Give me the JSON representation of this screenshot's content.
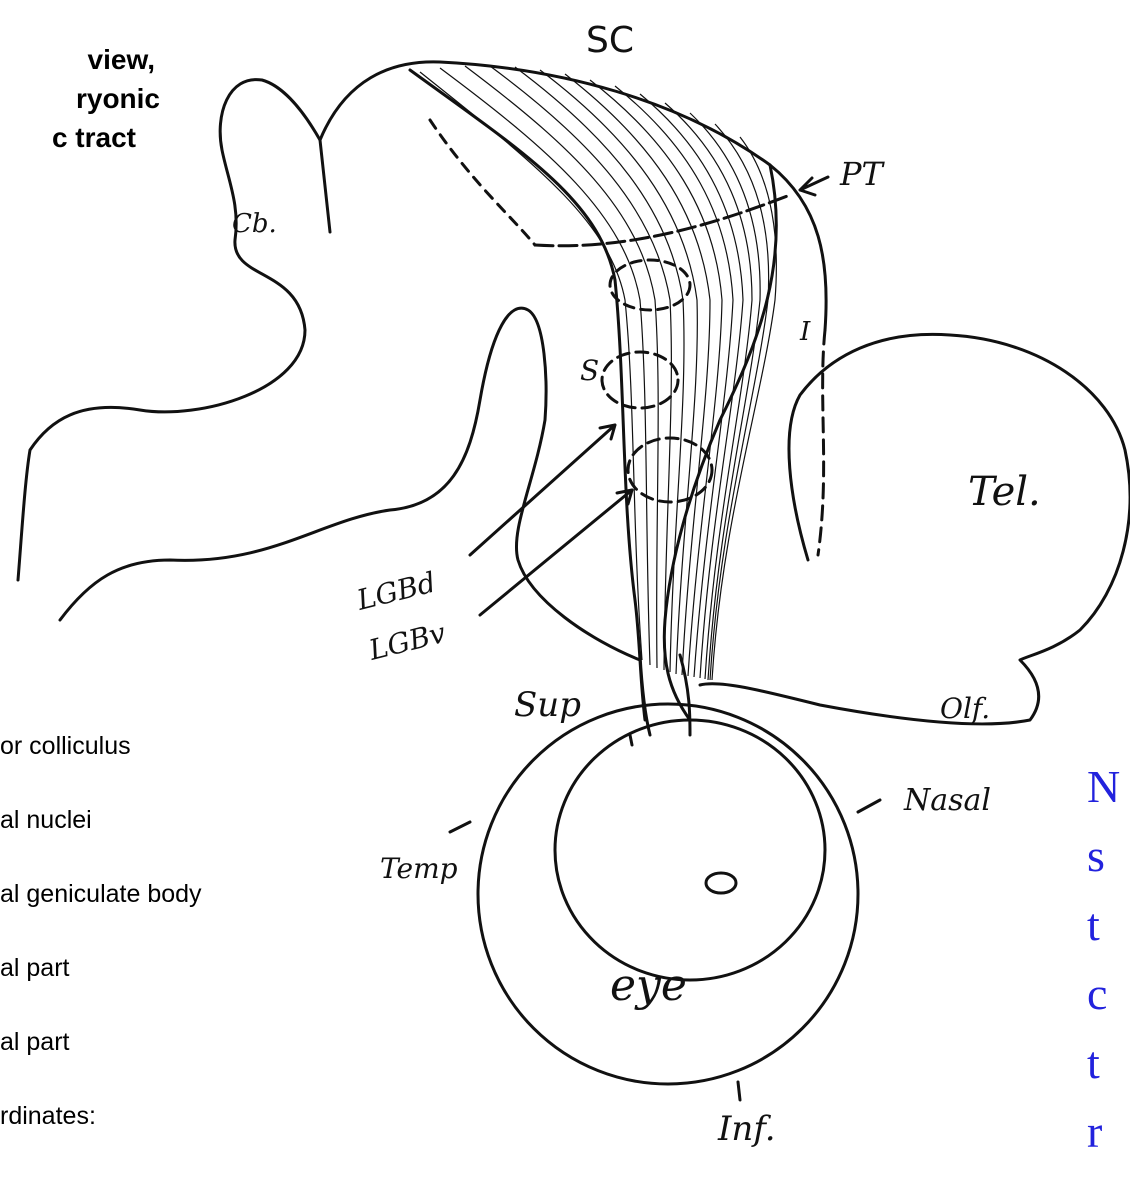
{
  "title_lines": [
    "view,",
    "ryonic",
    "c tract"
  ],
  "legend_lines": [
    "or colliculus",
    "al nuclei",
    "al geniculate body",
    "al part",
    "al part",
    "rdinates:"
  ],
  "labels": {
    "sc": "SC",
    "pt": "PT",
    "cb": "Cb.",
    "i": "I",
    "s": "S",
    "tel": "Tel.",
    "lgbd": "LGBd",
    "lgbv": "LGBv",
    "sup": "Sup",
    "olf": "Olf.",
    "nasal": "Nasal",
    "temp": "Temp",
    "eye": "eye",
    "inf": "Inf."
  },
  "note_letters": [
    "N",
    "s",
    "t",
    "c",
    "t",
    "r"
  ],
  "colors": {
    "ink": "#111111",
    "note": "#2222dd",
    "background": "#ffffff"
  }
}
